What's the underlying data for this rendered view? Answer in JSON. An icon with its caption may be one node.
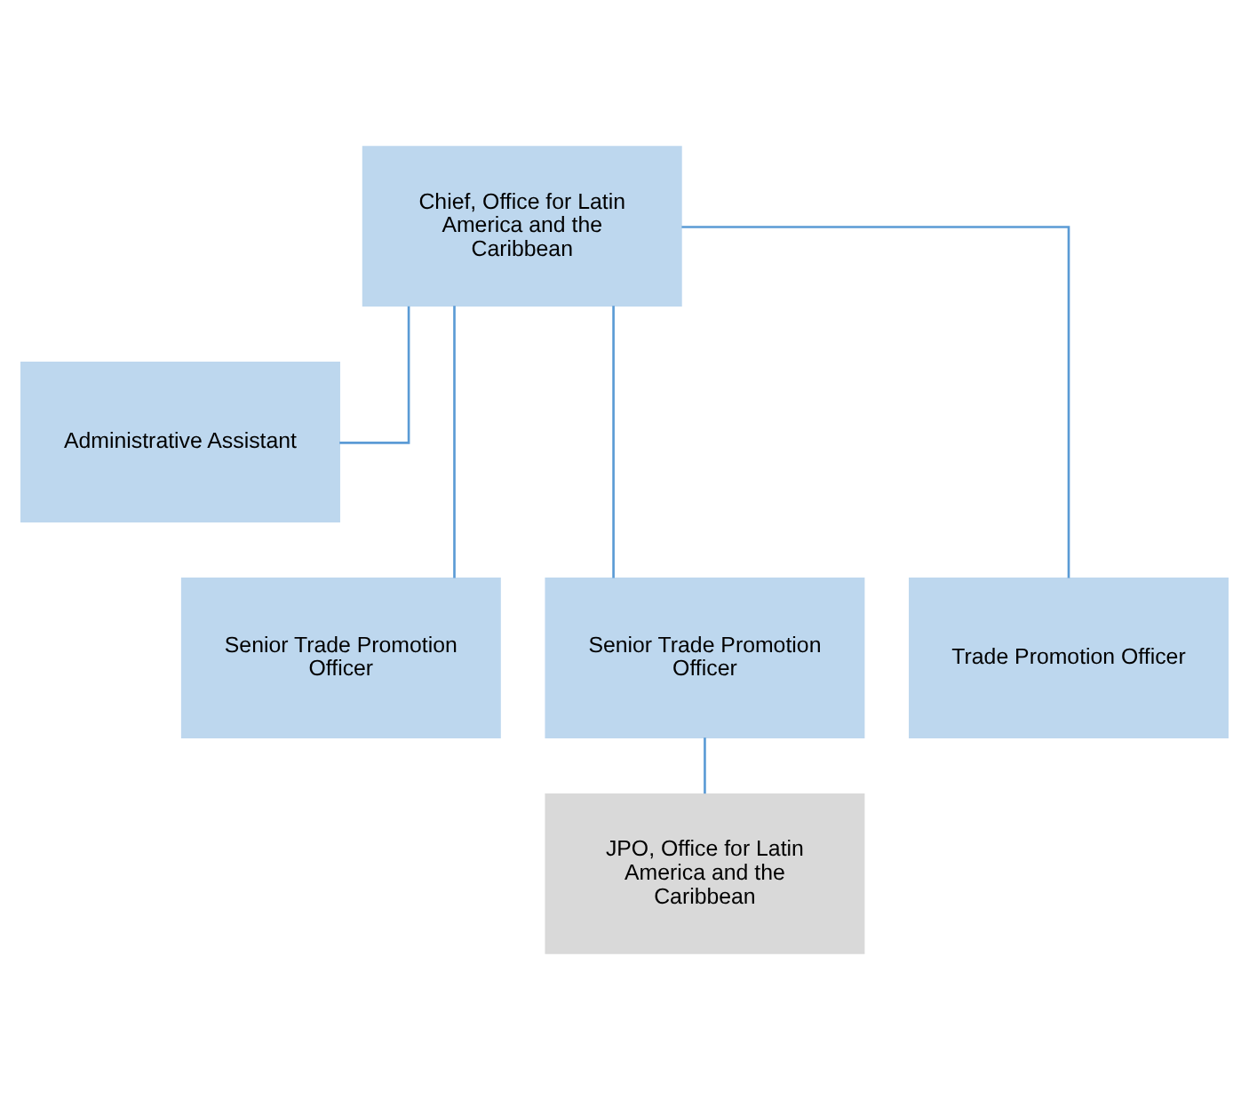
{
  "diagram": {
    "nodes": [
      {
        "text": [
          "Chief, Office for Latin America and the Caribbean"
        ]
      },
      {
        "text": [
          "Administrative Assistant"
        ]
      },
      {
        "text": [
          "Senior Trade Promotion Officer"
        ]
      },
      {
        "text": [
          "Senior Trade Promotion Officer"
        ]
      },
      {
        "text": [
          "Trade Promotion Officer"
        ]
      },
      {
        "text": [
          "JPO, Office for Latin America and the Caribbean"
        ]
      }
    ],
    "edges": [
      {
        "from": 0,
        "to": 1,
        "arrow": "none"
      },
      {
        "from": 0,
        "to": 2,
        "arrow": "none"
      },
      {
        "from": 0,
        "to": 3,
        "arrow": "none"
      },
      {
        "from": 0,
        "to": 4,
        "arrow": "none"
      },
      {
        "from": 3,
        "to": 5,
        "arrow": "none"
      }
    ]
  }
}
